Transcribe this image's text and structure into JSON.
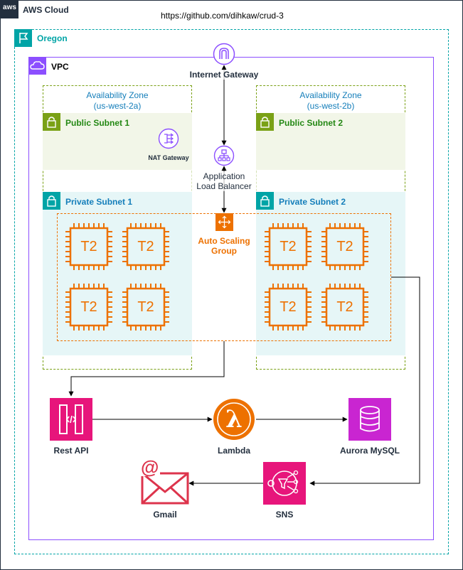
{
  "aws_cloud": {
    "title": "AWS Cloud",
    "logo_text": "aws"
  },
  "repo_url": "https://github.com/dihkaw/crud-3",
  "region": {
    "title": "Oregon"
  },
  "vpc": {
    "title": "VPC"
  },
  "internet_gateway": {
    "label": "Internet Gateway"
  },
  "az1": {
    "title": "Availability Zone",
    "code": "(us-west-2a)"
  },
  "az2": {
    "title": "Availability Zone",
    "code": "(us-west-2b)"
  },
  "public_subnet_1": {
    "title": "Public Subnet 1"
  },
  "public_subnet_2": {
    "title": "Public Subnet 2"
  },
  "private_subnet_1": {
    "title": "Private Subnet 1"
  },
  "private_subnet_2": {
    "title": "Private Subnet 2"
  },
  "nat_gateway": {
    "label": "NAT Gateway"
  },
  "alb": {
    "label_line1": "Application",
    "label_line2": "Load Balancer"
  },
  "asg": {
    "label_line1": "Auto Scaling",
    "label_line2": "Group"
  },
  "instance_label": "T2",
  "rest_api": {
    "label": "Rest API"
  },
  "lambda": {
    "label": "Lambda",
    "symbol": "λ"
  },
  "aurora": {
    "label": "Aurora MySQL"
  },
  "sns": {
    "label": "SNS"
  },
  "gmail": {
    "label": "Gmail",
    "symbol": "@"
  },
  "colors": {
    "border": "#232F3E",
    "region": "#00A4A6",
    "vpc": "#8C4FFF",
    "az": "#147EBA",
    "public_subnet": "#7AA116",
    "public_subnet_bg": "#F2F6E8",
    "private_subnet": "#00A4A6",
    "private_subnet_bg": "#E6F6F7",
    "compute": "#ED7100",
    "integration": "#E7157B",
    "database": "#C925D1",
    "gmail": "#DD344C",
    "network": "#8C4FFF"
  }
}
